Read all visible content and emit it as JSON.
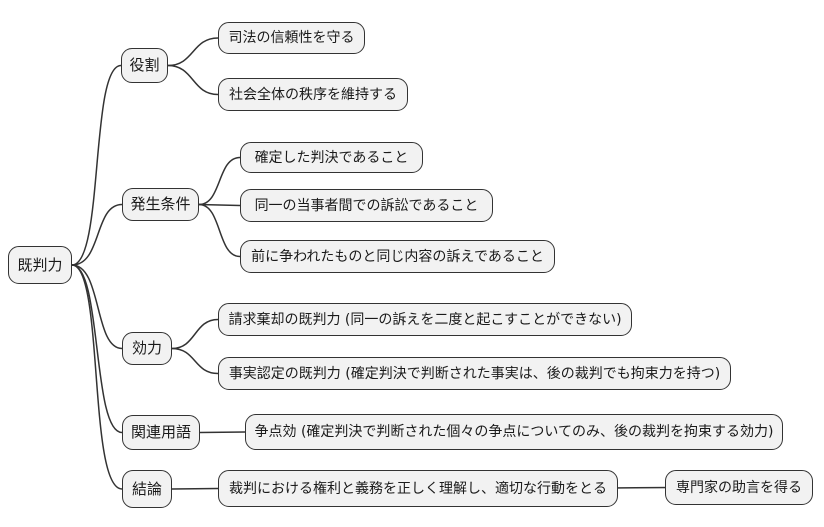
{
  "diagram": {
    "type": "mindmap",
    "root": {
      "label": "既判力"
    },
    "branches": [
      {
        "label": "役割",
        "children": [
          {
            "label": "司法の信頼性を守る"
          },
          {
            "label": "社会全体の秩序を維持する"
          }
        ]
      },
      {
        "label": "発生条件",
        "children": [
          {
            "label": "確定した判決であること"
          },
          {
            "label": "同一の当事者間での訴訟であること"
          },
          {
            "label": "前に争われたものと同じ内容の訴えであること"
          }
        ]
      },
      {
        "label": "効力",
        "children": [
          {
            "label": "請求棄却の既判力 (同一の訴えを二度と起こすことができない)"
          },
          {
            "label": "事実認定の既判力 (確定判決で判断された事実は、後の裁判でも拘束力を持つ)"
          }
        ]
      },
      {
        "label": "関連用語",
        "children": [
          {
            "label": "争点効 (確定判決で判断された個々の争点についてのみ、後の裁判を拘束する効力)"
          }
        ]
      },
      {
        "label": "結論",
        "children": [
          {
            "label": "裁判における権利と義務を正しく理解し、適切な行動をとる",
            "children": [
              {
                "label": "専門家の助言を得る"
              }
            ]
          }
        ]
      }
    ],
    "colors": {
      "node_fill": "#f2f2f2",
      "node_border": "#333333",
      "line": "#333333",
      "background": "#ffffff"
    }
  }
}
